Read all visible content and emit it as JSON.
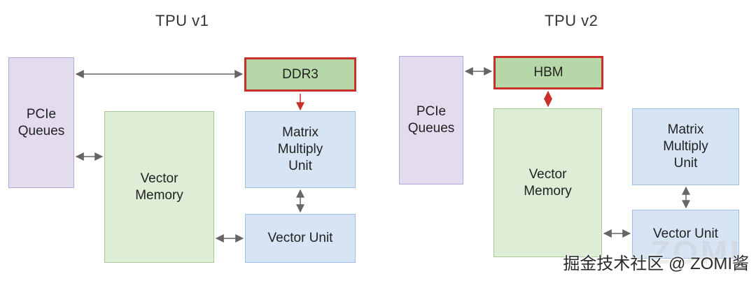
{
  "colors": {
    "pcie_bg": "#e2dcee",
    "pcie_border": "#b4a7d6",
    "vmem_bg": "#deedd6",
    "vmem_border": "#a9c99a",
    "blue_bg": "#d6e4f3",
    "blue_border": "#9fbfe0",
    "mem_bg": "#b6d7a8",
    "mem_border": "#c9302c",
    "arrow_gray": "#666666",
    "arrow_red": "#c9302c"
  },
  "tpu_v1": {
    "title": "TPU v1",
    "pcie": [
      "PCIe",
      "Queues"
    ],
    "vector_memory": [
      "Vector",
      "Memory"
    ],
    "memory": "DDR3",
    "mxu": [
      "Matrix",
      "Multiply",
      "Unit"
    ],
    "vector_unit": "Vector Unit"
  },
  "tpu_v2": {
    "title": "TPU v2",
    "pcie": [
      "PCIe",
      "Queues"
    ],
    "vector_memory": [
      "Vector",
      "Memory"
    ],
    "memory": "HBM",
    "mxu": [
      "Matrix",
      "Multiply",
      "Unit"
    ],
    "vector_unit": "Vector Unit"
  },
  "watermark": {
    "logo_text": "ZOMI",
    "text": "掘金技术社区 @ ZOMI酱"
  }
}
